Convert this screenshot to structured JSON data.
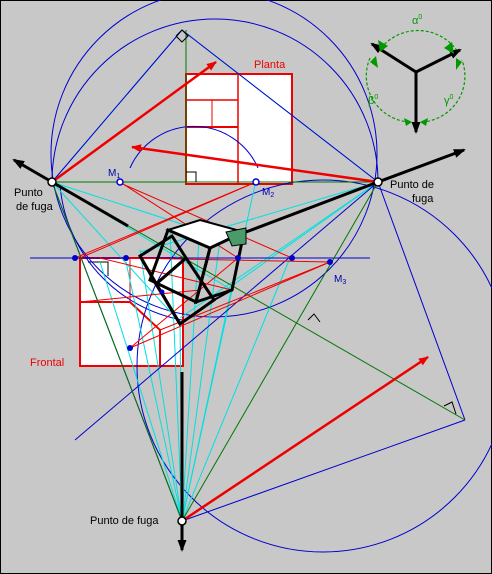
{
  "colors": {
    "background": "#c8c8c8",
    "border": "#000000",
    "circle": "#0000cc",
    "sightline": "#00e0e0",
    "construction": "#007700",
    "accent_red": "#ee0000",
    "axis_black": "#000000",
    "point_blue": "#0000aa"
  },
  "labels": {
    "planta": "Planta",
    "frontal": "Frontal",
    "vp_left_line1": "Punto",
    "vp_left_line2": "de fuga",
    "vp_right_line1": "Punto de",
    "vp_right_line2": "fuga",
    "vp_bottom": "Punto de fuga",
    "m1": "M",
    "m1_sub": "1",
    "m2": "M",
    "m2_sub": "2",
    "m3": "M",
    "m3_sub": "3",
    "alpha": "α",
    "alpha_sup": "0",
    "beta": "β",
    "beta_sup": "0",
    "gamma": "γ",
    "gamma_sup": "0"
  }
}
